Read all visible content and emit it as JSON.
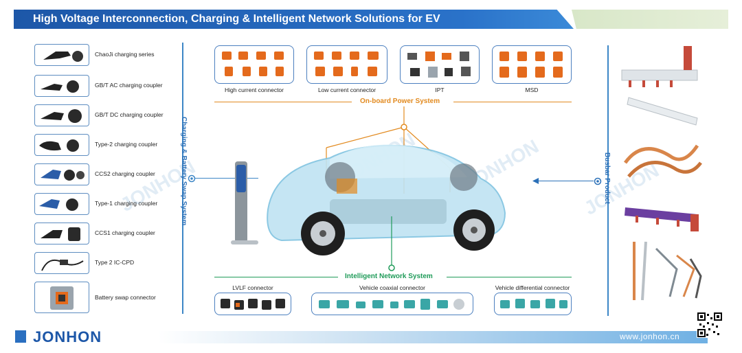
{
  "header": {
    "title": "High Voltage Interconnection, Charging & Intelligent Network Solutions for EV"
  },
  "charging": {
    "side_label": "Charging & Battery Swap System",
    "items": [
      {
        "label": "ChaoJi charging series"
      },
      {
        "label": "GB/T AC charging coupler"
      },
      {
        "label": "GB/T DC charging coupler"
      },
      {
        "label": "Type-2 charging coupler"
      },
      {
        "label": "CCS2 charging coupler"
      },
      {
        "label": "Type-1 charging coupler"
      },
      {
        "label": "CCS1 charging coupler"
      },
      {
        "label": "Type 2 IC-CPD"
      },
      {
        "label": "Battery swap connector"
      }
    ]
  },
  "onboard": {
    "title": "On-board Power System",
    "groups": [
      {
        "label": "High current connector"
      },
      {
        "label": "Low current connector"
      },
      {
        "label": "IPT"
      },
      {
        "label": "MSD"
      }
    ]
  },
  "network": {
    "title": "Intelligent Network System",
    "groups": [
      {
        "label": "LVLF connector"
      },
      {
        "label": "Vehicle coaxial connector"
      },
      {
        "label": "Vehicle differential connector"
      }
    ]
  },
  "busbar": {
    "side_label": "Busbar Product"
  },
  "footer": {
    "brand": "JONHON",
    "website": "www.jonhon.cn"
  },
  "watermark": "JONHON",
  "colors": {
    "brand_blue": "#1d57a8",
    "accent_orange": "#e28a1f",
    "accent_green": "#1f9b59",
    "product_orange": "#e46a1c",
    "teal": "#3aa6a6"
  }
}
